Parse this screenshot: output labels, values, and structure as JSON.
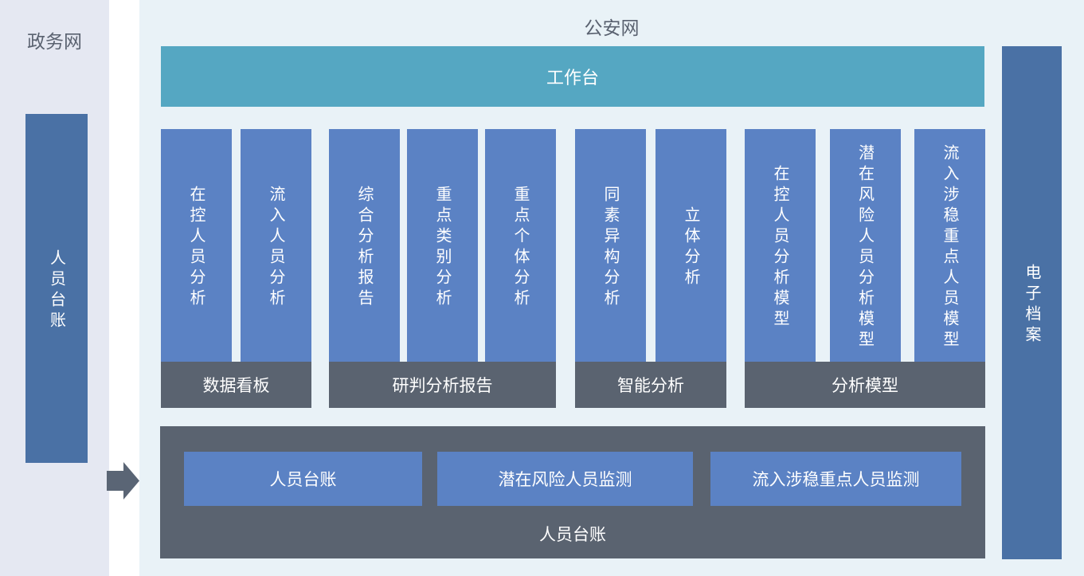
{
  "colors": {
    "left_panel_bg": "#e5e8f2",
    "main_panel_bg": "#e9f2f7",
    "workbench_teal": "#55a7c2",
    "column_blue": "#5b82c4",
    "side_bar_blue": "#4a71a5",
    "dark_gray_box": "#5a6370",
    "arrow_gray": "#5a6575",
    "title_text": "#5a6270",
    "white_text": "#ffffff"
  },
  "left_panel": {
    "title": "政务网",
    "bar_label": "人员台账"
  },
  "arrow": {
    "icon": "right-block-arrow"
  },
  "main_panel": {
    "title": "公安网",
    "workbench_label": "工作台",
    "groups": [
      {
        "label": "数据看板",
        "bars": [
          "在控人员分析",
          "流入人员分析"
        ]
      },
      {
        "label": "研判分析报告",
        "bars": [
          "综合分析报告",
          "重点类别分析",
          "重点个体分析"
        ]
      },
      {
        "label": "智能分析",
        "bars": [
          "同素异构分析",
          "立体分析"
        ]
      },
      {
        "label": "分析模型",
        "bars": [
          "在控人员分析模型",
          "潜在风险人员分析模型",
          "流入涉稳重点人员模型"
        ]
      }
    ],
    "bottom_box": {
      "label": "人员台账",
      "buttons": [
        "人员台账",
        "潜在风险人员监测",
        "流入涉稳重点人员监测"
      ]
    },
    "right_bar_label": "电子档案"
  }
}
